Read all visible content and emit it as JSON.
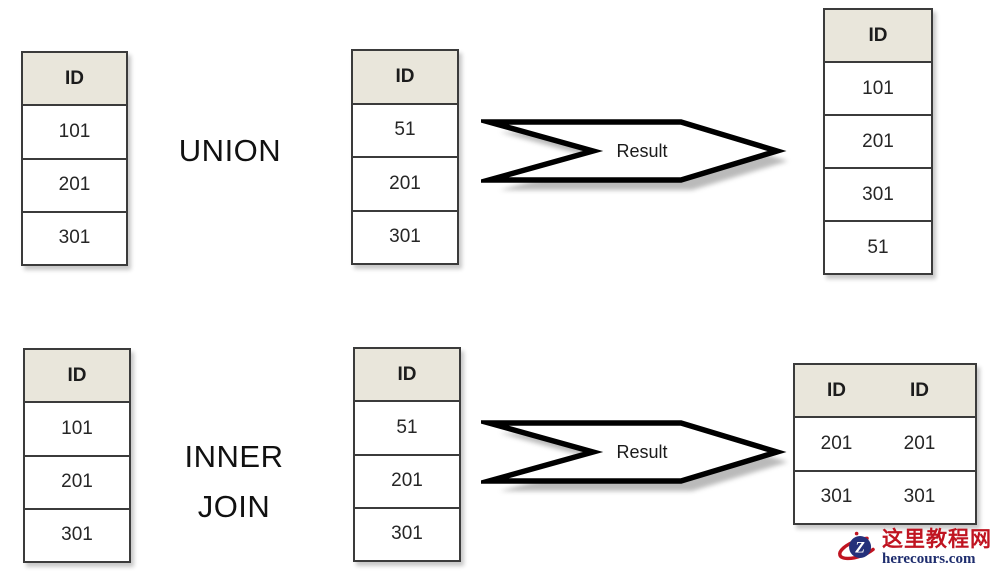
{
  "union_section": {
    "operation": "UNION",
    "table_a": {
      "header": "ID",
      "rows": [
        "101",
        "201",
        "301"
      ]
    },
    "table_b": {
      "header": "ID",
      "rows": [
        "51",
        "201",
        "301"
      ]
    },
    "arrow": {
      "label": "Result"
    },
    "result_table": {
      "header": "ID",
      "rows": [
        "101",
        "201",
        "301",
        "51"
      ]
    }
  },
  "join_section": {
    "operation_line1": "INNER",
    "operation_line2": "JOIN",
    "table_a": {
      "header": "ID",
      "rows": [
        "101",
        "201",
        "301"
      ]
    },
    "table_b": {
      "header": "ID",
      "rows": [
        "51",
        "201",
        "301"
      ]
    },
    "arrow": {
      "label": "Result"
    },
    "result_table": {
      "header_col1": "ID",
      "header_col2": "ID",
      "rows": [
        [
          "201",
          "201"
        ],
        [
          "301",
          "301"
        ]
      ]
    }
  },
  "watermark": {
    "site_name": "这里教程网",
    "site_url": "herecours.com",
    "logo_letter": "Z"
  },
  "colors": {
    "table_header_fill": "#e9e6db",
    "table_border": "#3b3b3b",
    "arrow_outline": "#000000",
    "arrow_fill": "#ffffff",
    "watermark_red": "#c01421",
    "watermark_navy": "#1e2d6e"
  }
}
